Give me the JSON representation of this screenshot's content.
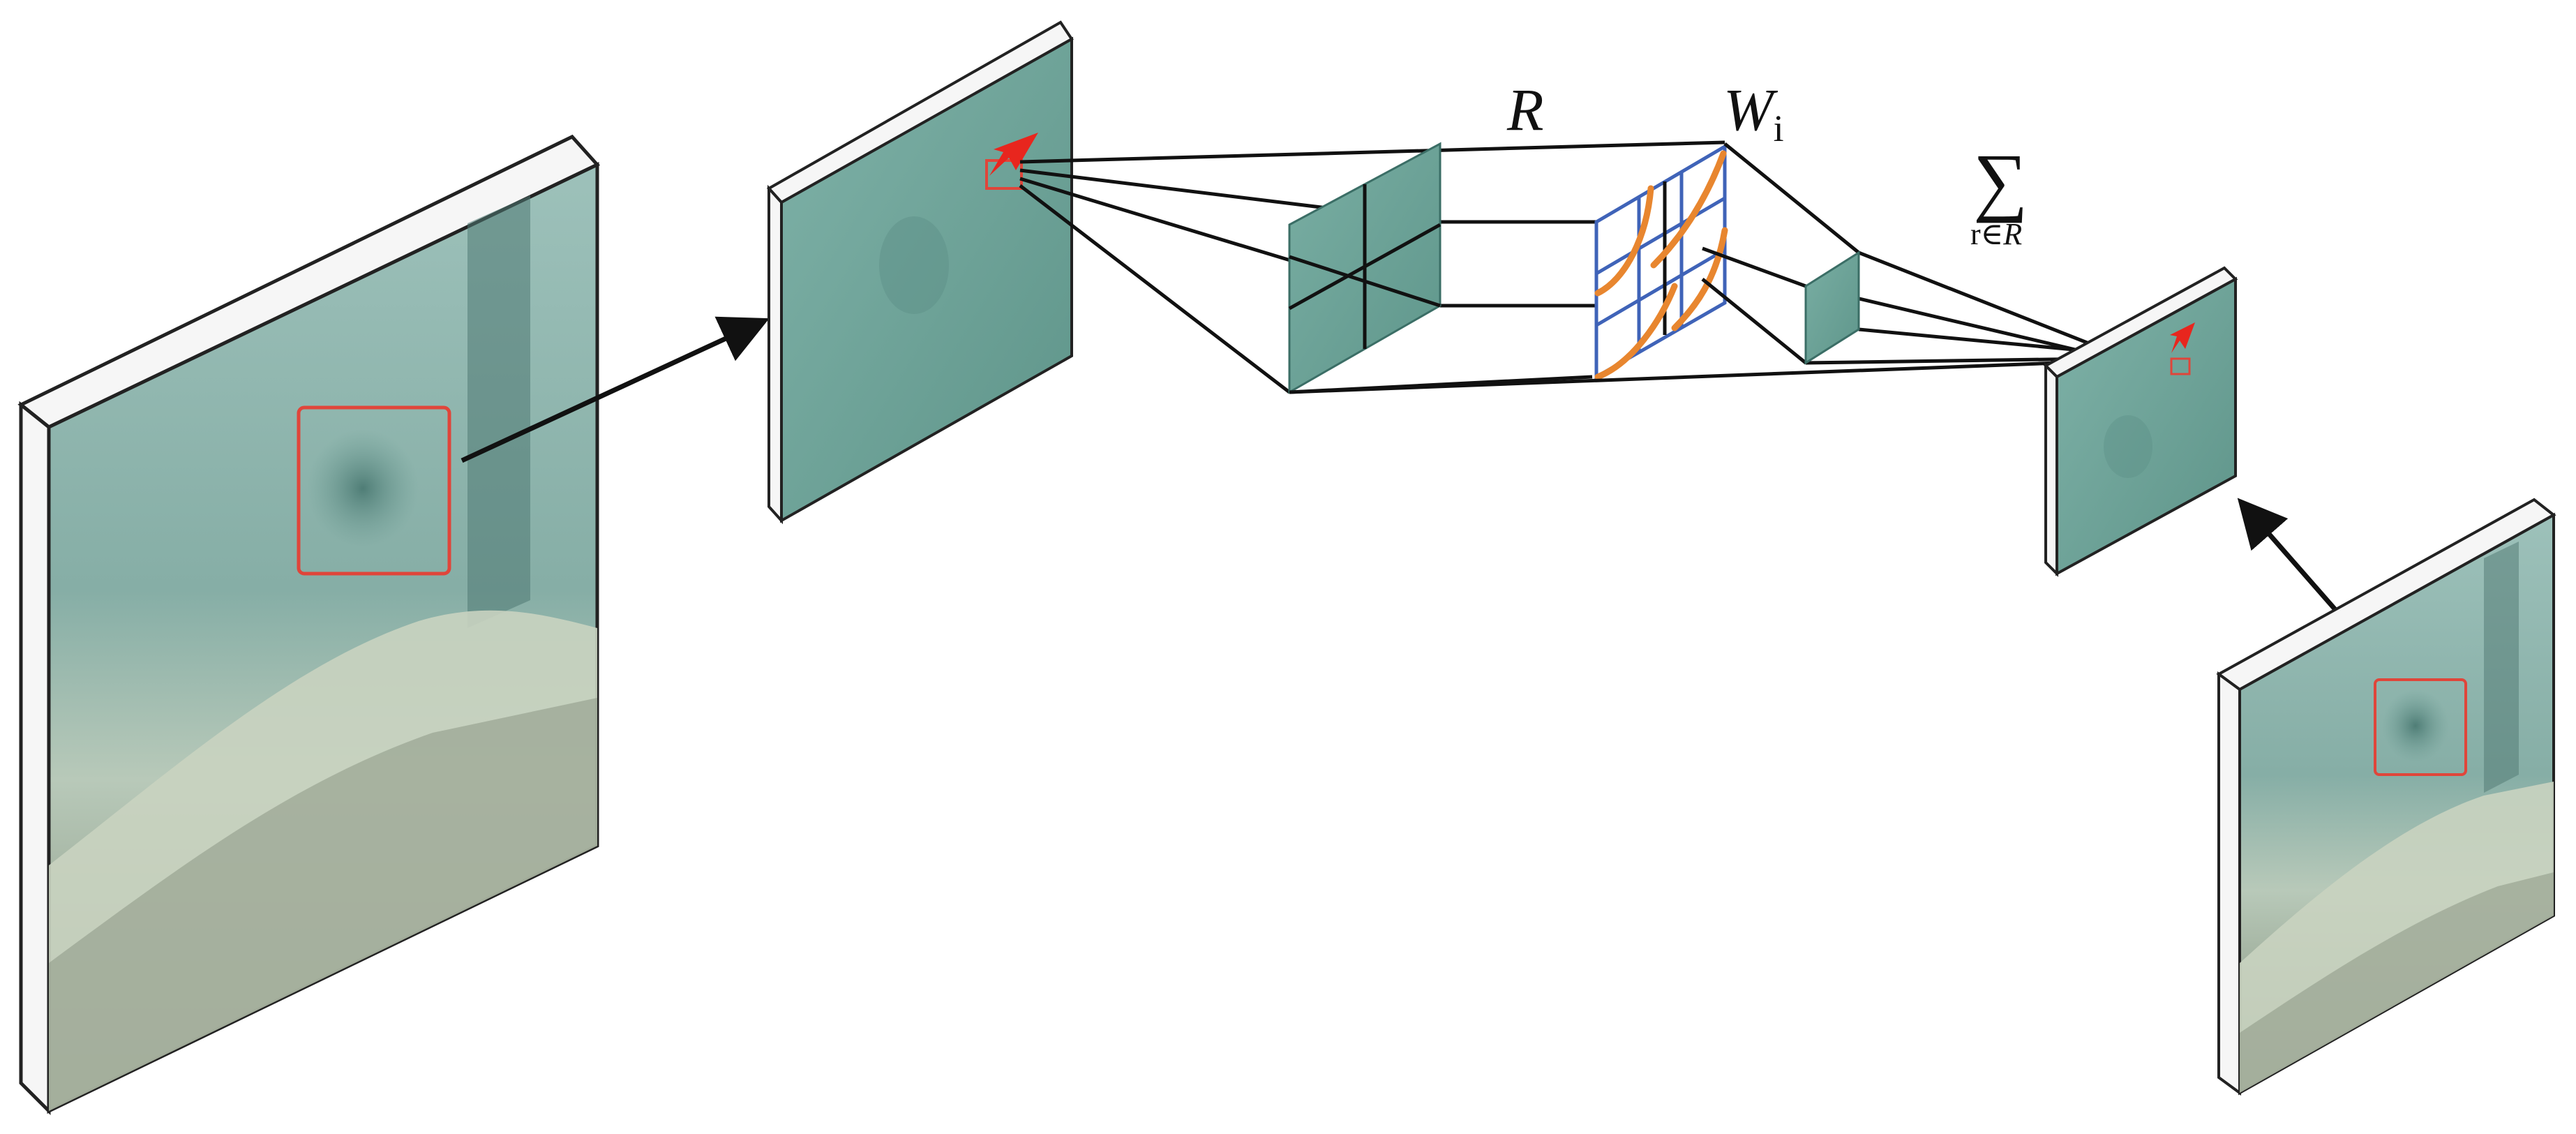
{
  "labels": {
    "region_set": "R",
    "weights_main": "W",
    "weights_sub": "i",
    "sum_symbol": "∑",
    "sum_sub_prefix": "r∈",
    "sum_sub_set": "R"
  },
  "colors": {
    "water_dark": "#5f8f88",
    "water_light": "#a9c9c2",
    "seabed": "#cfd6c4",
    "feature_map": "#6fa89e",
    "highlight_box": "#e0453a",
    "arrow_red": "#e8261e",
    "grid_blue": "#3f63b8",
    "offset_curve": "#e8862f",
    "line": "#111111"
  },
  "icons": {
    "input_image": "underwater-image-block",
    "feature_map": "feature-map-slice",
    "sampling_grid": "sampling-grid",
    "deformable_offsets": "orange-offset-curves",
    "focus_arrow": "red-pointer-arrow",
    "flow_arrow": "black-arrow"
  }
}
